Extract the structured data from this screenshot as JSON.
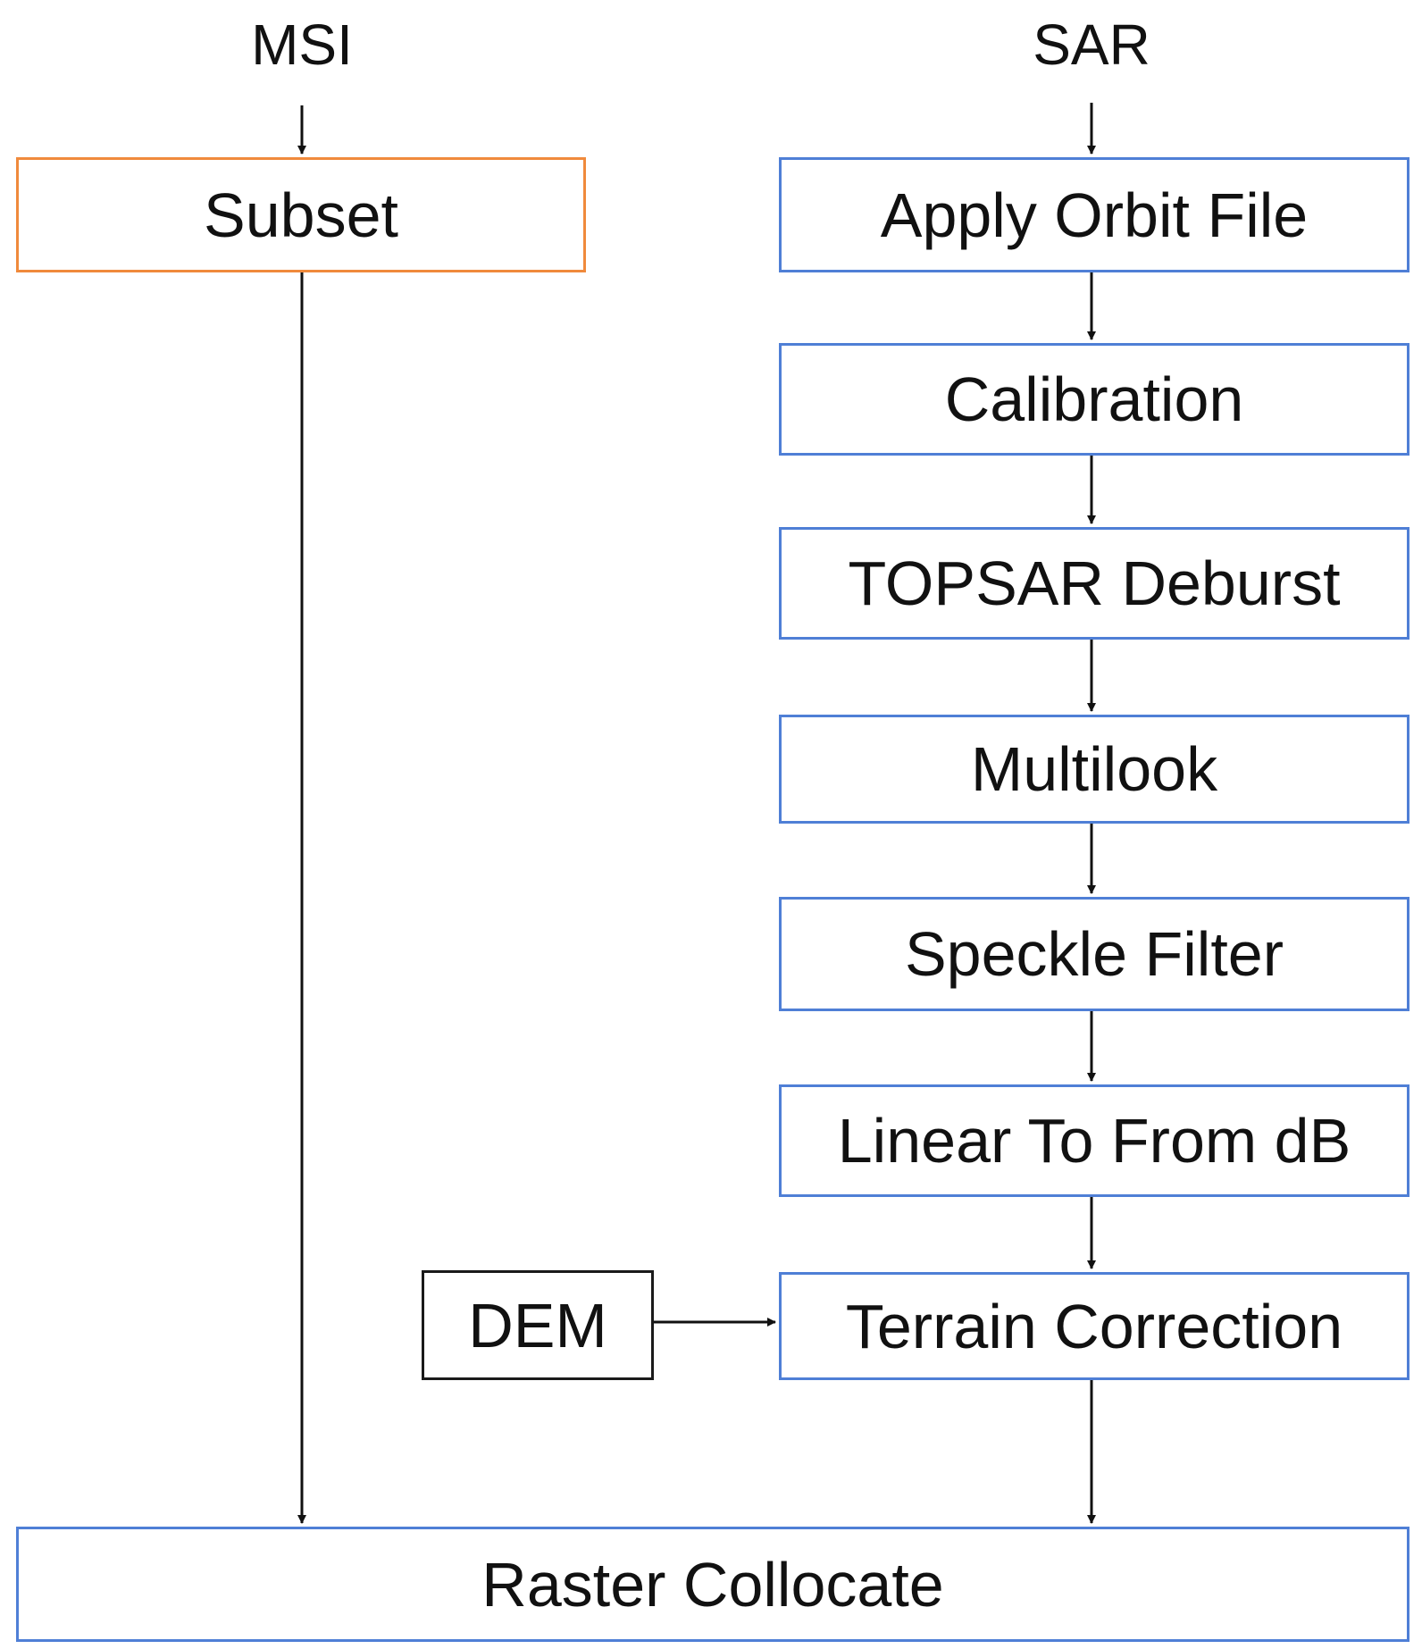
{
  "colors": {
    "msi_box_border": "#f08a3c",
    "sar_box_border": "#4f7fd6",
    "input_box_border": "#1a1a1a",
    "arrow": "#111111"
  },
  "headers": {
    "msi": "MSI",
    "sar": "SAR"
  },
  "msi_steps": {
    "subset": "Subset"
  },
  "sar_steps": [
    "Apply Orbit File",
    "Calibration",
    "TOPSAR Deburst",
    "Multilook",
    "Speckle Filter",
    "Linear To From dB",
    "Terrain Correction"
  ],
  "inputs": {
    "dem": "DEM"
  },
  "output": {
    "raster_collocate": "Raster Collocate"
  }
}
